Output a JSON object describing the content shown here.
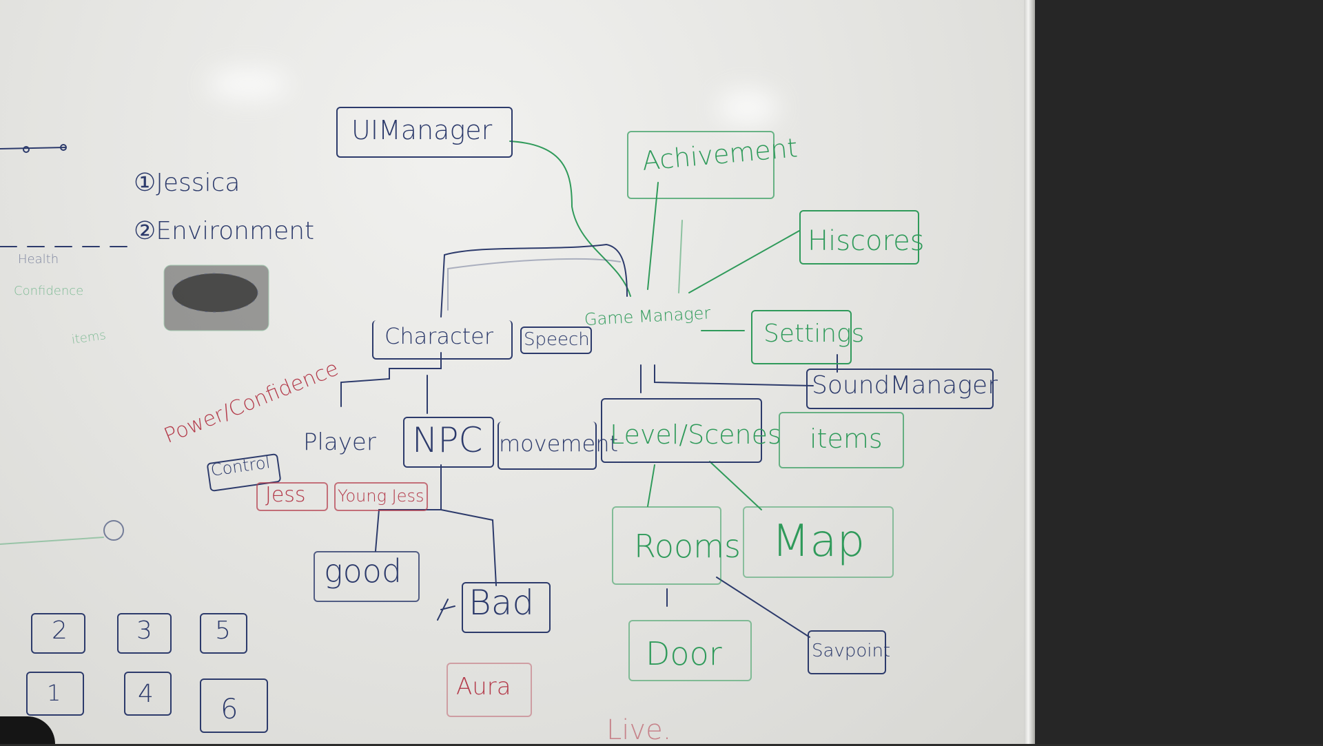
{
  "whiteboard": {
    "left_notes": {
      "item_1": "①Jessica",
      "item_2": "②Environment",
      "health": "Health",
      "confidence": "Confidence",
      "items_small": "items"
    },
    "diagram": {
      "ui_manager": "UIManager",
      "achievement": "Achivement",
      "hiscores": "Hiscores",
      "game_manager": "Game Manager",
      "settings": "Settings",
      "sound_manager": "SoundManager",
      "character": "Character",
      "speech": "Speech",
      "player": "Player",
      "npc": "NPC",
      "movement": "movement",
      "level_scenes": "Level/Scenes",
      "items": "items",
      "power_confidence": "Power/Confidence",
      "control": "Control",
      "jess": "Jess",
      "young_jess": "Young Jess",
      "good": "good",
      "bad": "Bad",
      "aura": "Aura",
      "rooms": "Rooms",
      "map": "Map",
      "door": "Door",
      "savepoint": "Savpoint",
      "live": "Live."
    },
    "numbered_boxes": [
      "2",
      "3",
      "5",
      "1",
      "4",
      "6"
    ],
    "colors": {
      "navy": "#2c3a6b",
      "green": "#2f9a5a",
      "red": "#b33a4a",
      "board": "#e6e6e3",
      "wall": "#262626"
    }
  }
}
